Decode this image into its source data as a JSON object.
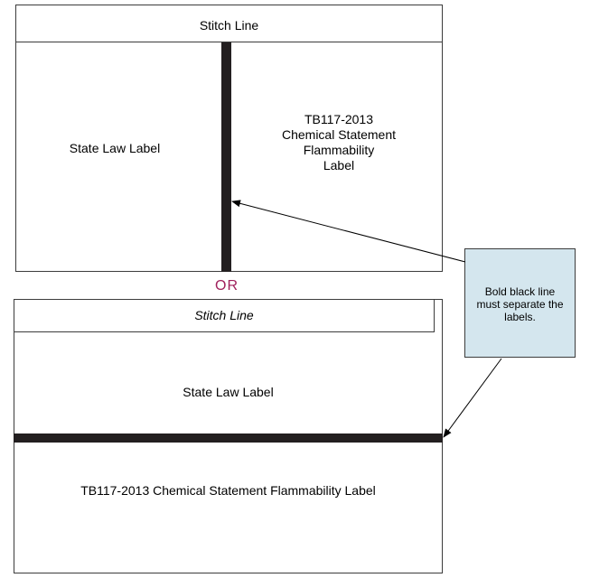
{
  "layout_a": {
    "stitch_line": "Stitch Line",
    "state_law_label": "State Law Label",
    "tb117_label_lines": [
      "TB117-2013",
      "Chemical Statement",
      "Flammability",
      "Label"
    ]
  },
  "separator_word": "OR",
  "layout_b": {
    "stitch_line": "Stitch Line",
    "state_law_label": "State Law Label",
    "tb117_label": "TB117-2013 Chemical Statement Flammability Label"
  },
  "callout": {
    "lines": [
      "Bold black line",
      "must separate the",
      "labels."
    ]
  },
  "colors": {
    "divider": "#231f20",
    "separator_text": "#a0215c",
    "callout_fill": "#d4e6ee",
    "outline": "#3c3c3c"
  }
}
